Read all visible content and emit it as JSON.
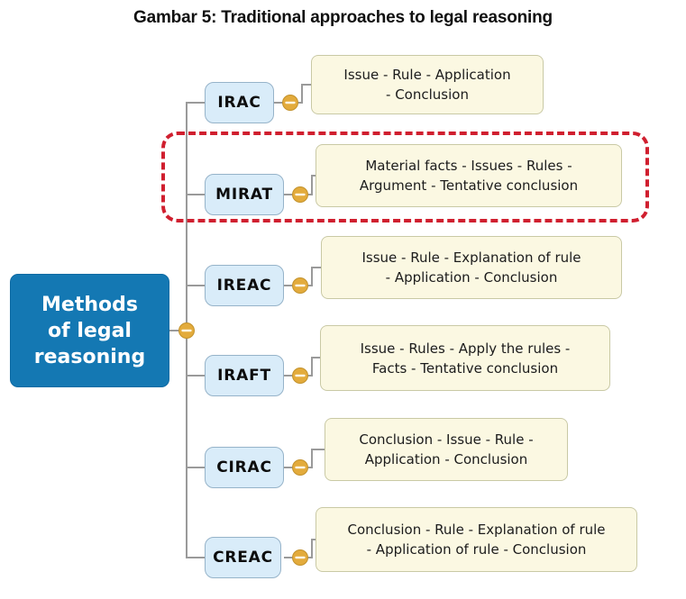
{
  "title": "Gambar 5: Traditional approaches to legal reasoning",
  "root": {
    "label": "Methods of legal reasoning",
    "lines": [
      "Methods",
      "of legal",
      "reasoning"
    ]
  },
  "branches": [
    {
      "label": "IRAC",
      "desc": "Issue - Rule - Application - Conclusion",
      "desc_lines": [
        "Issue - Rule - Application",
        "- Conclusion"
      ],
      "highlighted": false
    },
    {
      "label": "MIRAT",
      "desc": "Material facts - Issues - Rules - Argument - Tentative conclusion",
      "desc_lines": [
        "Material facts - Issues - Rules -",
        "Argument - Tentative conclusion"
      ],
      "highlighted": true
    },
    {
      "label": "IREAC",
      "desc": "Issue - Rule - Explanation of rule - Application - Conclusion",
      "desc_lines": [
        "Issue - Rule - Explanation of rule",
        "- Application - Conclusion"
      ],
      "highlighted": false
    },
    {
      "label": "IRAFT",
      "desc": "Issue - Rules - Apply the rules - Facts - Tentative conclusion",
      "desc_lines": [
        "Issue - Rules - Apply the rules -",
        "Facts - Tentative conclusion"
      ],
      "highlighted": false
    },
    {
      "label": "CIRAC",
      "desc": "Conclusion - Issue - Rule - Application - Conclusion",
      "desc_lines": [
        "Conclusion - Issue - Rule -",
        "Application - Conclusion"
      ],
      "highlighted": false
    },
    {
      "label": "CREAC",
      "desc": "Conclusion - Rule - Explanation of rule - Application of rule - Conclusion",
      "desc_lines": [
        "Conclusion - Rule - Explanation of rule",
        "- Application of rule - Conclusion"
      ],
      "highlighted": false
    }
  ],
  "icons": {
    "collapse_button": "minus"
  },
  "colors": {
    "root_fill": "#1478b3",
    "root_text": "#ffffff",
    "topic_fill": "#d9ecf9",
    "topic_border": "#96b3c9",
    "desc_fill": "#fbf8e2",
    "desc_border": "#c9c9a5",
    "connector": "#9a9a9a",
    "collapse_fill": "#e3ab3c",
    "collapse_stroke": "#c3922c",
    "highlight_dash": "#d01f2f",
    "title_text": "#101010"
  }
}
